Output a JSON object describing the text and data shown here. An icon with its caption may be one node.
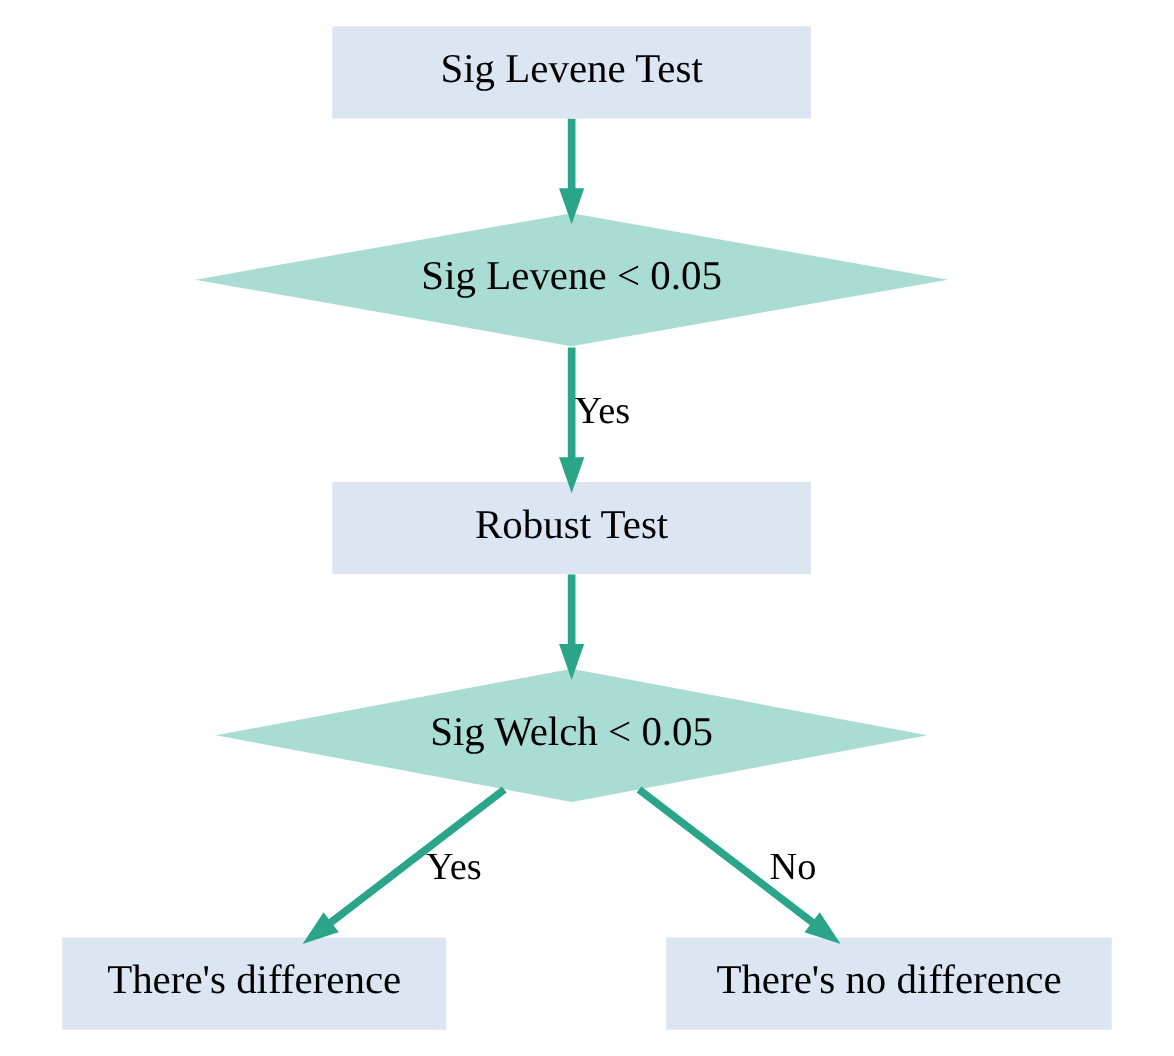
{
  "diagram": {
    "nodes": [
      {
        "text": [
          "Sig Levene Test"
        ]
      },
      {
        "text": [
          "Sig Levene < 0.05"
        ]
      },
      {
        "text": [
          "Robust Test"
        ]
      },
      {
        "text": [
          "Sig Welch < 0.05"
        ]
      },
      {
        "text": [
          "There's difference"
        ]
      },
      {
        "text": [
          "There's no difference"
        ]
      }
    ],
    "edges": [
      {
        "from": 0,
        "to": 1,
        "arrow": "to"
      },
      {
        "from": 1,
        "to": 2,
        "arrow": "to",
        "label": "Yes"
      },
      {
        "from": 2,
        "to": 3,
        "arrow": "to"
      },
      {
        "from": 3,
        "to": 4,
        "arrow": "to",
        "label": "Yes"
      },
      {
        "from": 3,
        "to": 5,
        "arrow": "to",
        "label": "No"
      }
    ]
  }
}
